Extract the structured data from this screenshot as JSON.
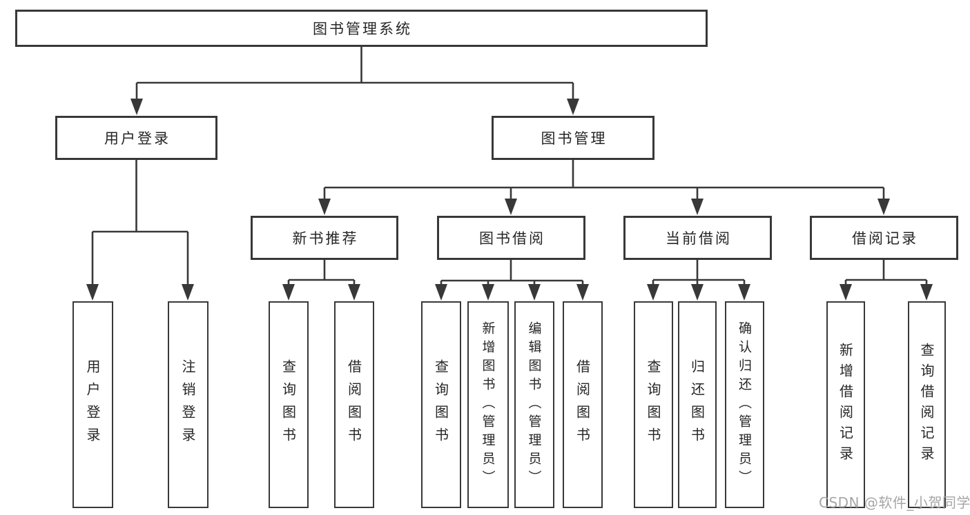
{
  "diagram": {
    "type": "hierarchy-tree",
    "colors": {
      "line": "#383838",
      "box_border": "#383838",
      "text": "#262626",
      "watermark": "#a6a6a6",
      "background": "#ffffff"
    },
    "root": {
      "label": "图书管理系统"
    },
    "level2": [
      {
        "label": "用户登录",
        "parent": "图书管理系统"
      },
      {
        "label": "图书管理",
        "parent": "图书管理系统"
      }
    ],
    "level3": [
      {
        "label": "新书推荐",
        "parent": "图书管理"
      },
      {
        "label": "图书借阅",
        "parent": "图书管理"
      },
      {
        "label": "当前借阅",
        "parent": "图书管理"
      },
      {
        "label": "借阅记录",
        "parent": "图书管理"
      }
    ],
    "leaves": [
      {
        "label": "用户登录",
        "parent": "用户登录"
      },
      {
        "label": "注销登录",
        "parent": "用户登录"
      },
      {
        "label": "查询图书",
        "parent": "新书推荐"
      },
      {
        "label": "借阅图书",
        "parent": "新书推荐"
      },
      {
        "label": "查询图书",
        "parent": "图书借阅"
      },
      {
        "label": "新增图书（管理员）",
        "parent": "图书借阅"
      },
      {
        "label": "编辑图书（管理员）",
        "parent": "图书借阅"
      },
      {
        "label": "借阅图书",
        "parent": "图书借阅"
      },
      {
        "label": "查询图书",
        "parent": "当前借阅"
      },
      {
        "label": "归还图书",
        "parent": "当前借阅"
      },
      {
        "label": "确认归还（管理员）",
        "parent": "当前借阅"
      },
      {
        "label": "新增借阅记录",
        "parent": "借阅记录"
      },
      {
        "label": "查询借阅记录",
        "parent": "借阅记录"
      }
    ],
    "watermark": "CSDN @软件_小贺同学"
  }
}
